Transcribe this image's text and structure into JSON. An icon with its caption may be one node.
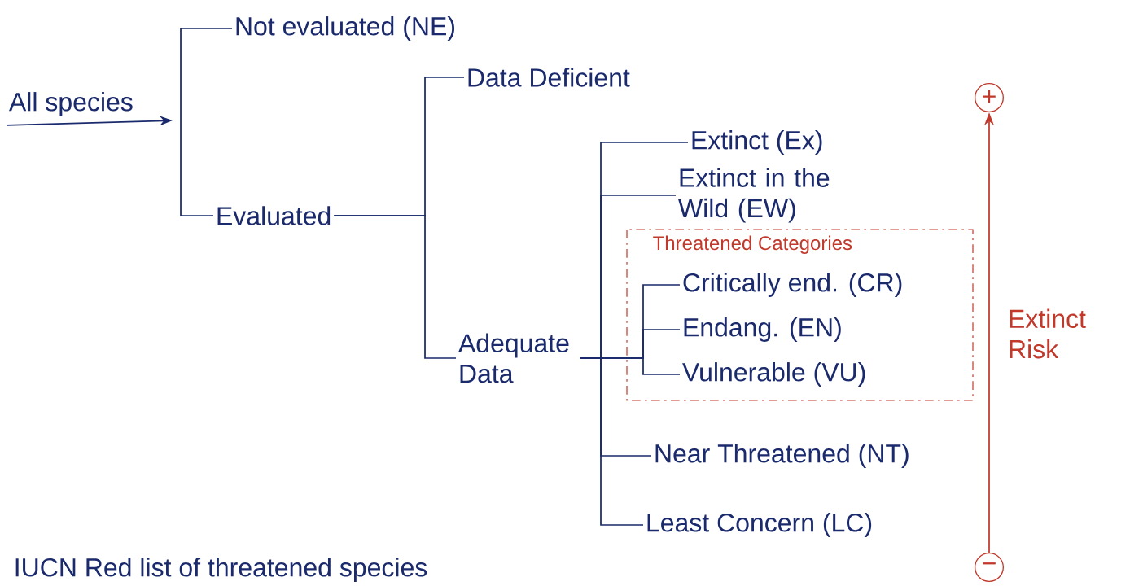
{
  "diagram": {
    "caption": "IUCN Red list of threatened species",
    "nodes": [
      {
        "text": [
          "All species"
        ]
      },
      {
        "text": [
          "Not evaluated (NE)"
        ]
      },
      {
        "text": [
          "Evaluated"
        ]
      },
      {
        "text": [
          "Data Deficient"
        ]
      },
      {
        "text": [
          "Adequate Data"
        ]
      },
      {
        "text": [
          "Extinct (Ex)"
        ]
      },
      {
        "text": [
          "Extinct in the Wild (EW)"
        ]
      },
      {
        "text": [
          "Threatened Categories"
        ]
      },
      {
        "text": [
          "Critically end. (CR)"
        ],
        "in": 7
      },
      {
        "text": [
          "Endang. (EN)"
        ],
        "in": 7
      },
      {
        "text": [
          "Vulnerable (VU)"
        ],
        "in": 7
      },
      {
        "text": [
          "Near Threatened (NT)"
        ]
      },
      {
        "text": [
          "Least Concern (LC)"
        ]
      },
      {
        "text": [
          "+"
        ]
      },
      {
        "text": [
          "−"
        ]
      }
    ],
    "edges": [
      {
        "from": 0,
        "to": 1,
        "arrow": "none"
      },
      {
        "from": 0,
        "to": 2,
        "arrow": "none"
      },
      {
        "from": 2,
        "to": 3,
        "arrow": "none"
      },
      {
        "from": 2,
        "to": 4,
        "arrow": "none"
      },
      {
        "from": 4,
        "to": 5,
        "arrow": "none"
      },
      {
        "from": 4,
        "to": 6,
        "arrow": "none"
      },
      {
        "from": 4,
        "to": 8,
        "arrow": "none"
      },
      {
        "from": 4,
        "to": 9,
        "arrow": "none"
      },
      {
        "from": 4,
        "to": 10,
        "arrow": "none"
      },
      {
        "from": 4,
        "to": 11,
        "arrow": "none"
      },
      {
        "from": 4,
        "to": 12,
        "arrow": "none"
      },
      {
        "from": 14,
        "to": 13,
        "arrow": "to",
        "label": "Extinct Risk",
        "color": "#c0392b"
      },
      {
        "from": 0,
        "to": null,
        "arrow": "to"
      }
    ]
  }
}
